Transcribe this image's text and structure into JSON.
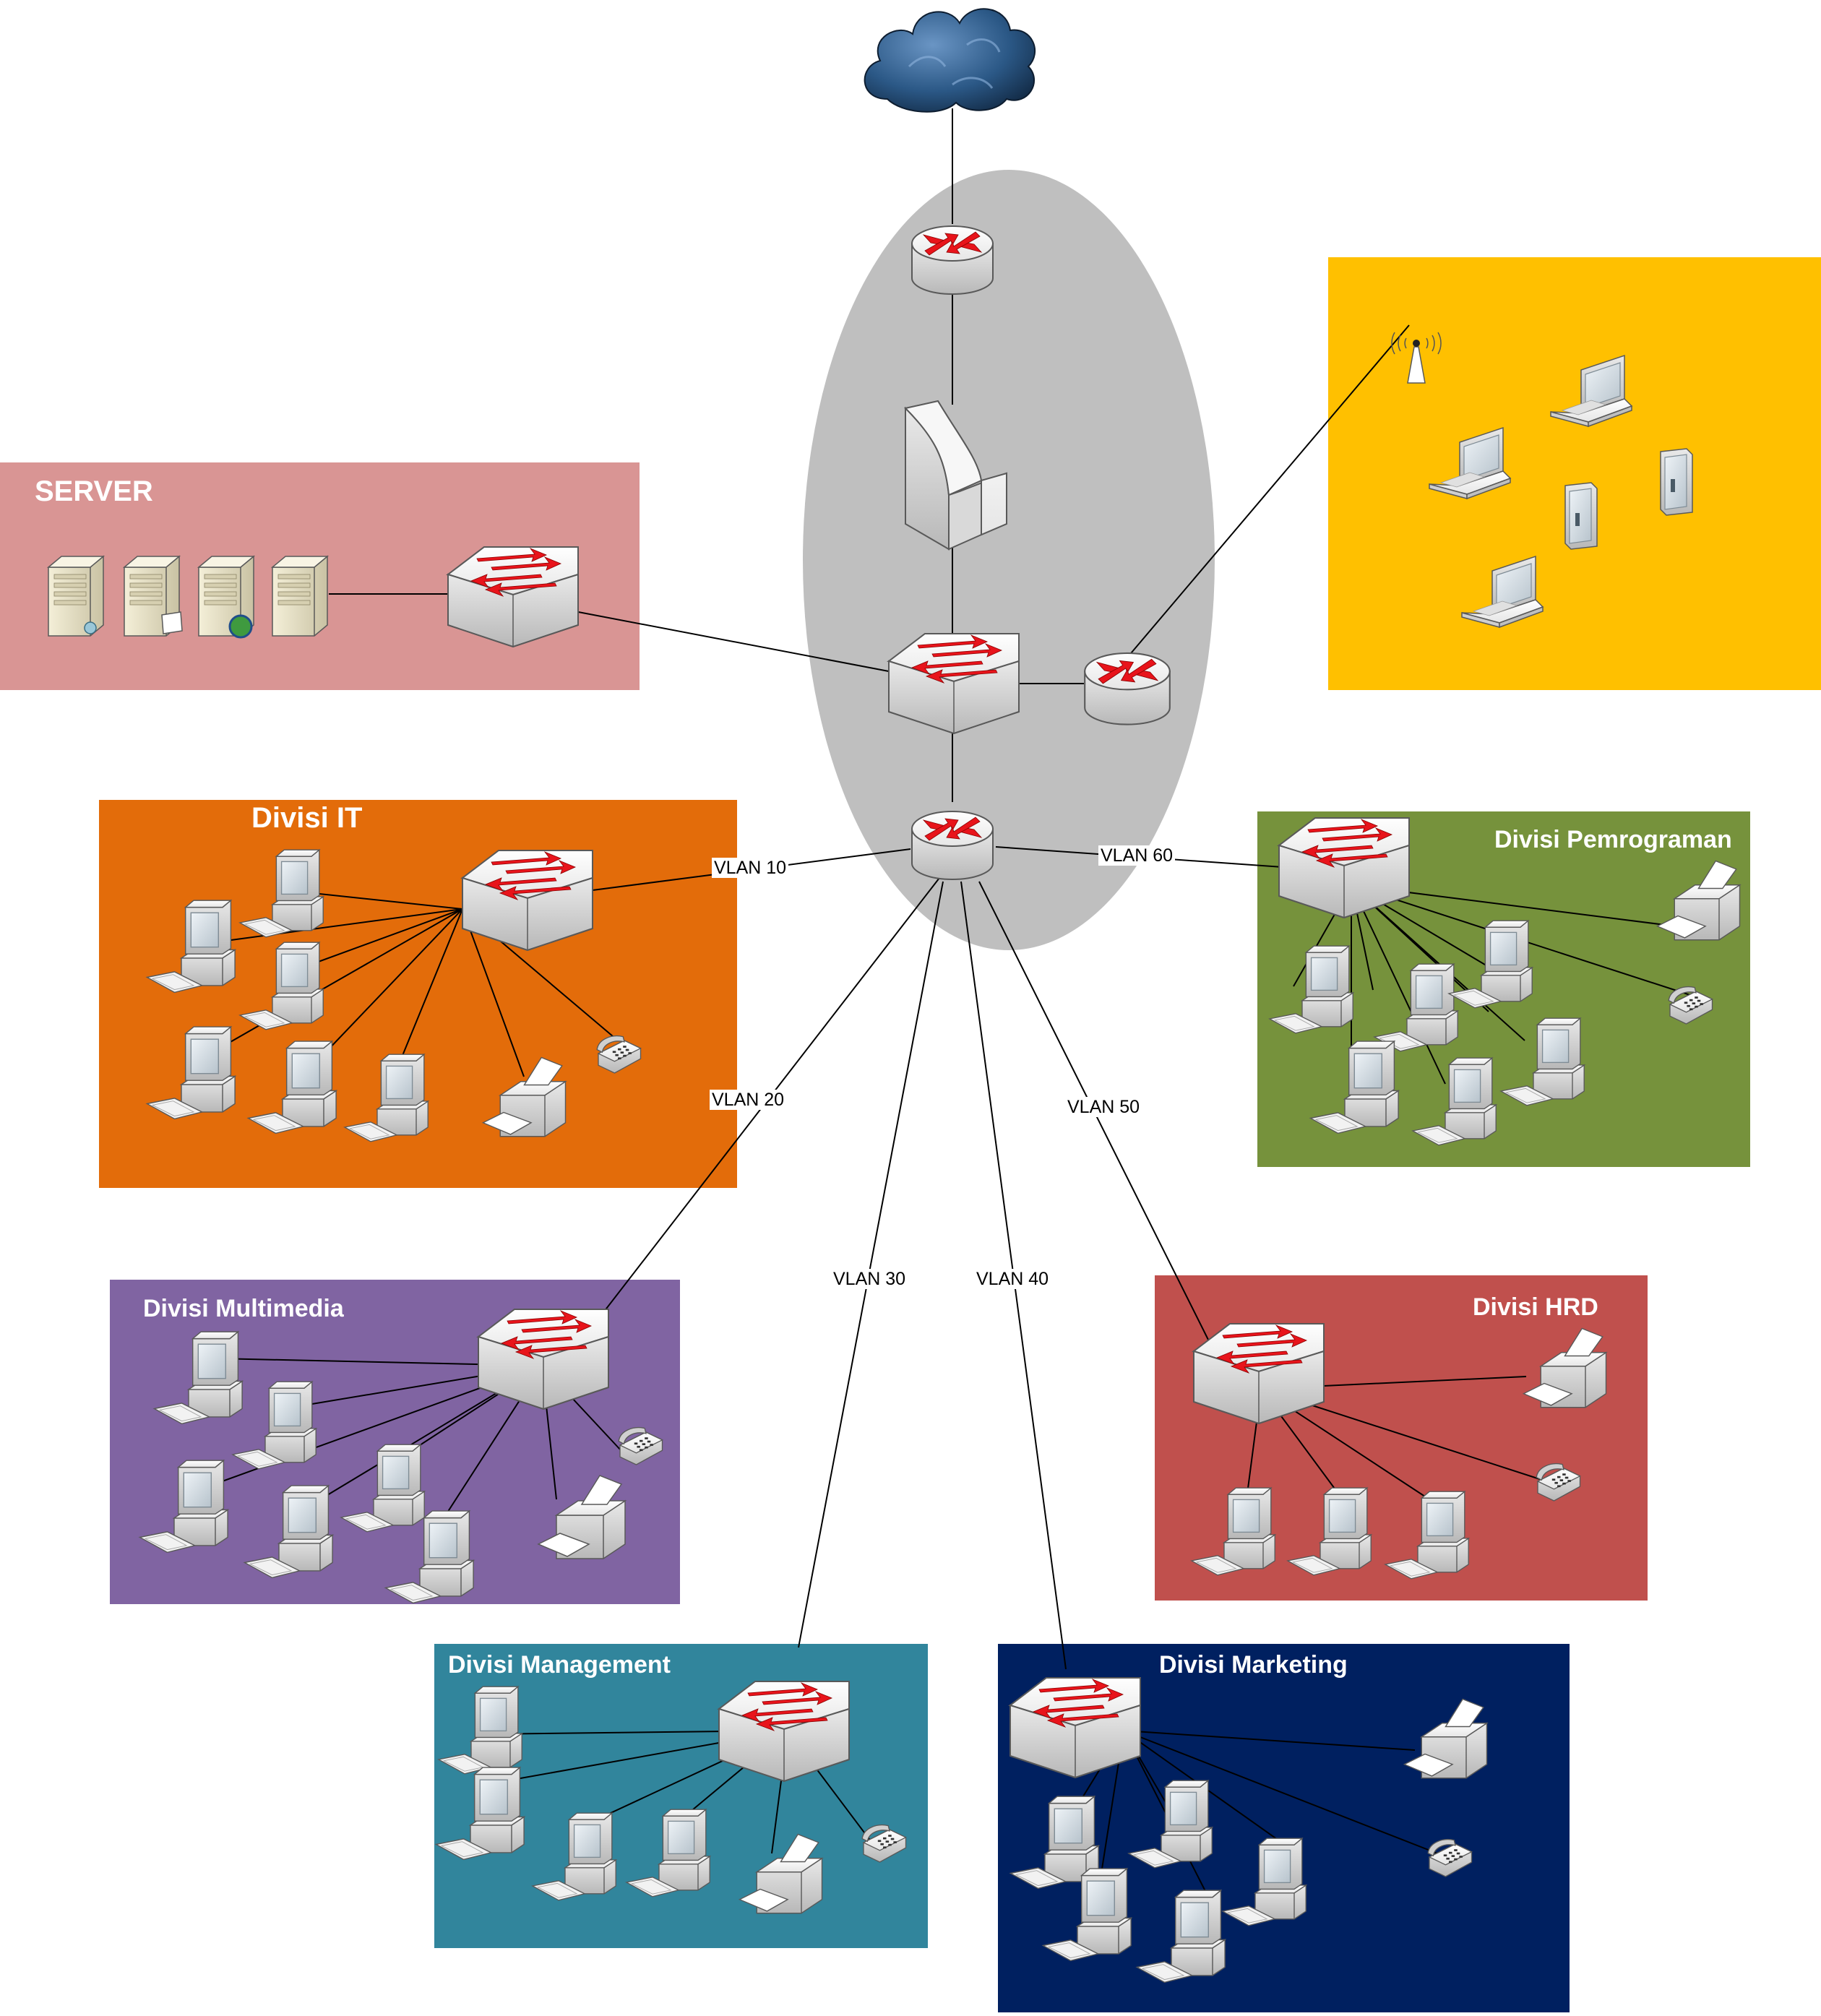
{
  "zones": [
    {
      "id": "server",
      "title": "SERVER",
      "color": "#D99594"
    },
    {
      "id": "wireless",
      "title": "",
      "color": "#FFC000"
    },
    {
      "id": "it",
      "title": "Divisi IT",
      "color": "#E36C0A"
    },
    {
      "id": "pemrograman",
      "title": "Divisi Pemrograman",
      "color": "#76923C"
    },
    {
      "id": "multimedia",
      "title": "Divisi Multimedia",
      "color": "#8064A2"
    },
    {
      "id": "hrd",
      "title": "Divisi HRD",
      "color": "#C0504D"
    },
    {
      "id": "management",
      "title": "Divisi Management",
      "color": "#31859C"
    },
    {
      "id": "marketing",
      "title": "Divisi Marketing",
      "color": "#002060"
    }
  ],
  "core": {
    "color": "#BFBFBF"
  },
  "links": [
    {
      "vlan": "VLAN 10",
      "to": "it"
    },
    {
      "vlan": "VLAN 20",
      "to": "multimedia"
    },
    {
      "vlan": "VLAN 30",
      "to": "management"
    },
    {
      "vlan": "VLAN 40",
      "to": "marketing"
    },
    {
      "vlan": "VLAN 50",
      "to": "hrd"
    },
    {
      "vlan": "VLAN 60",
      "to": "pemrograman"
    }
  ],
  "devices": {
    "cloud": "cloud-icon",
    "router": "router-icon",
    "firewall": "firewall-icon",
    "switch": "switch-icon",
    "server": "server-icon",
    "pc": "computer-icon",
    "printer": "printer-icon",
    "phone": "ip-phone-icon",
    "laptop": "laptop-icon",
    "tablet": "tablet-icon",
    "ap": "wireless-access-point-icon"
  },
  "palette": {
    "arrow": "#E8141B",
    "device": "#F2F2F2",
    "stroke": "#595959"
  }
}
